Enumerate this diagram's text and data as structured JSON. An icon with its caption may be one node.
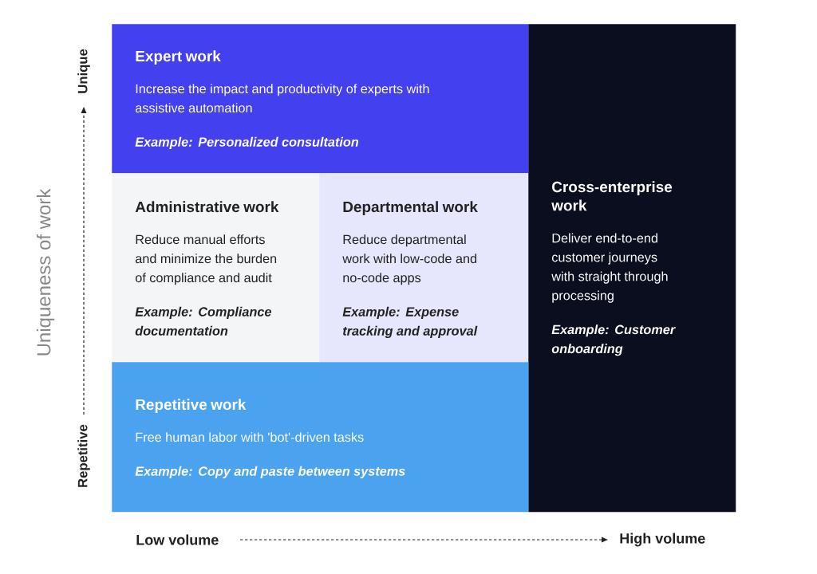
{
  "diagram": {
    "nodes": [
      {
        "text": [
          "Expert work",
          "Increase the impact and productivity of experts with assistive automation",
          "Example: Personalized consultation"
        ]
      },
      {
        "text": [
          "Administrative work",
          "Reduce manual efforts and minimize the burden of compliance and audit",
          "Example: Compliance documentation"
        ]
      },
      {
        "text": [
          "Departmental work",
          "Reduce departmental work with low-code and no-code apps",
          "Example: Expense tracking and approval"
        ]
      },
      {
        "text": [
          "Cross-enterprise work",
          "Deliver end-to-end customer journeys with straight through processing",
          "Example: Customer onboarding"
        ]
      },
      {
        "text": [
          "Repetitive work",
          "Free human labor with 'bot'-driven tasks",
          "Example: Copy and paste between systems"
        ]
      }
    ],
    "labels": [
      "Unique",
      "Uniqueness of work",
      "Repetitive",
      "Low volume",
      "High volume"
    ]
  }
}
